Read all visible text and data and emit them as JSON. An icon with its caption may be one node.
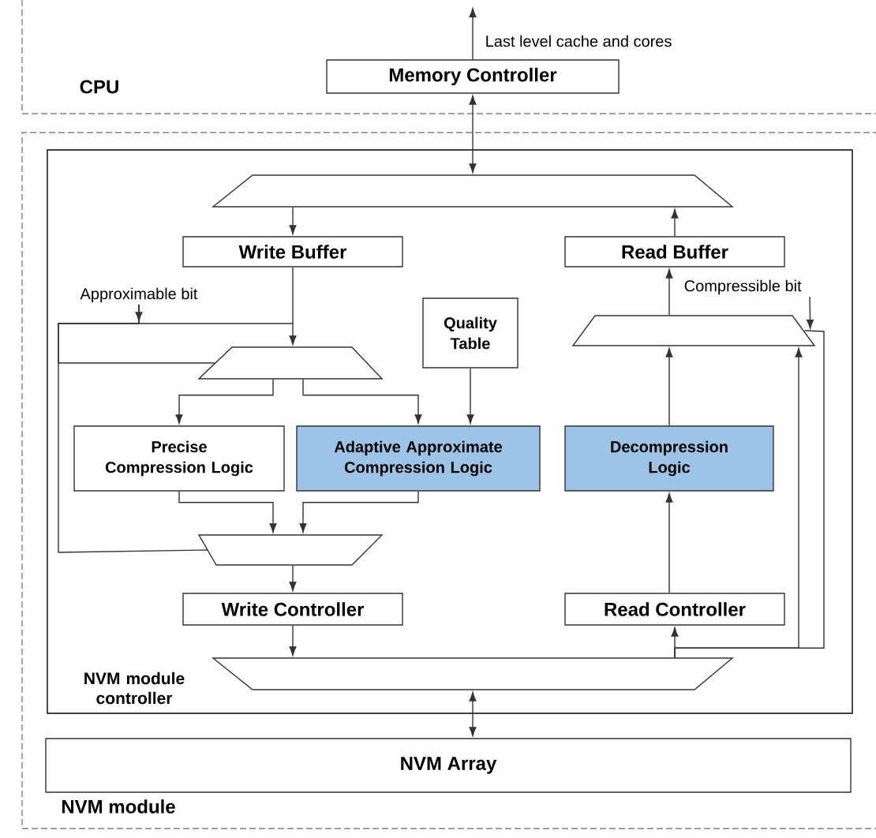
{
  "diagram": {
    "nodes": [
      {
        "text": [
          "CPU"
        ]
      },
      {
        "text": [
          "Memory Controller"
        ],
        "in": 0
      },
      {
        "text": [
          "NVM module"
        ]
      },
      {
        "text": [
          "NVM module controller"
        ],
        "in": 2
      },
      {
        "text": [],
        "shape": "trapezium",
        "in": 3
      },
      {
        "text": [
          "Write Buffer"
        ],
        "in": 3
      },
      {
        "text": [
          "Read Buffer"
        ],
        "in": 3
      },
      {
        "text": [
          "Approximable bit"
        ],
        "in": 3
      },
      {
        "text": [
          "Compressible bit"
        ],
        "in": 3
      },
      {
        "text": [],
        "shape": "trapezium",
        "in": 3
      },
      {
        "text": [
          "Quality Table"
        ],
        "in": 3
      },
      {
        "text": [],
        "shape": "trapezium",
        "in": 3
      },
      {
        "text": [
          "Precise Compression Logic"
        ],
        "in": 3
      },
      {
        "text": [
          "Adaptive Approximate Compression Logic"
        ],
        "in": 3
      },
      {
        "text": [
          "Decompression Logic"
        ],
        "in": 3
      },
      {
        "text": [],
        "shape": "trapezium",
        "in": 3
      },
      {
        "text": [
          "Write Controller"
        ],
        "in": 3
      },
      {
        "text": [
          "Read Controller"
        ],
        "in": 3
      },
      {
        "text": [],
        "shape": "trapezium",
        "in": 3
      },
      {
        "text": [
          "NVM Array"
        ],
        "in": 2
      }
    ],
    "edges": [
      {
        "from": 1,
        "to": null,
        "arrow": "to",
        "label": "Last level cache and cores"
      },
      {
        "from": 1,
        "to": 4,
        "arrow": "both"
      },
      {
        "from": 4,
        "to": 5,
        "arrow": "to"
      },
      {
        "from": 6,
        "to": 4,
        "arrow": "to"
      },
      {
        "from": 5,
        "to": 9,
        "arrow": "to"
      },
      {
        "from": 7,
        "to": null,
        "arrow": "to"
      },
      {
        "from": 7,
        "to": 9,
        "arrow": "none"
      },
      {
        "from": 7,
        "to": 15,
        "arrow": "none"
      },
      {
        "from": 9,
        "to": 12,
        "arrow": "to"
      },
      {
        "from": 9,
        "to": 13,
        "arrow": "to"
      },
      {
        "from": 10,
        "to": 13,
        "arrow": "to"
      },
      {
        "from": 12,
        "to": 15,
        "arrow": "to"
      },
      {
        "from": 13,
        "to": 15,
        "arrow": "to"
      },
      {
        "from": 15,
        "to": 16,
        "arrow": "to"
      },
      {
        "from": 16,
        "to": 18,
        "arrow": "to"
      },
      {
        "from": 18,
        "to": 17,
        "arrow": "to"
      },
      {
        "from": 18,
        "to": 11,
        "arrow": "to"
      },
      {
        "from": 18,
        "to": 11,
        "arrow": "none"
      },
      {
        "from": 8,
        "to": 11,
        "arrow": "to"
      },
      {
        "from": 14,
        "to": 11,
        "arrow": "to"
      },
      {
        "from": 17,
        "to": 14,
        "arrow": "to"
      },
      {
        "from": 11,
        "to": 6,
        "arrow": "to"
      },
      {
        "from": 18,
        "to": 19,
        "arrow": "both"
      }
    ]
  }
}
